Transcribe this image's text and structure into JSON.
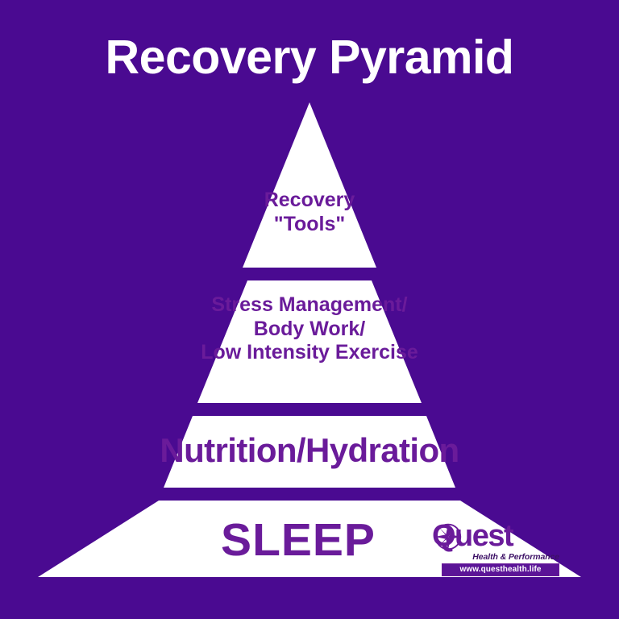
{
  "title": "Recovery Pyramid",
  "colors": {
    "background": "#4a0a91",
    "tier_fill": "#ffffff",
    "tier_text": "#6a1b9a",
    "title_text": "#ffffff",
    "logo_purple": "#5b1497"
  },
  "pyramid": {
    "tiers": [
      {
        "rank": 1,
        "label": "Recovery\n\"Tools\""
      },
      {
        "rank": 2,
        "label": "Stress Management/\nBody Work/\nLow Intensity Exercise"
      },
      {
        "rank": 3,
        "label": "Nutrition/Hydration"
      },
      {
        "rank": 4,
        "label": "SLEEP"
      }
    ]
  },
  "logo": {
    "wordmark": "Quest",
    "tagline": "Health & Performance",
    "url": "www.questhealth.life",
    "icon": "compass-rose-icon"
  }
}
